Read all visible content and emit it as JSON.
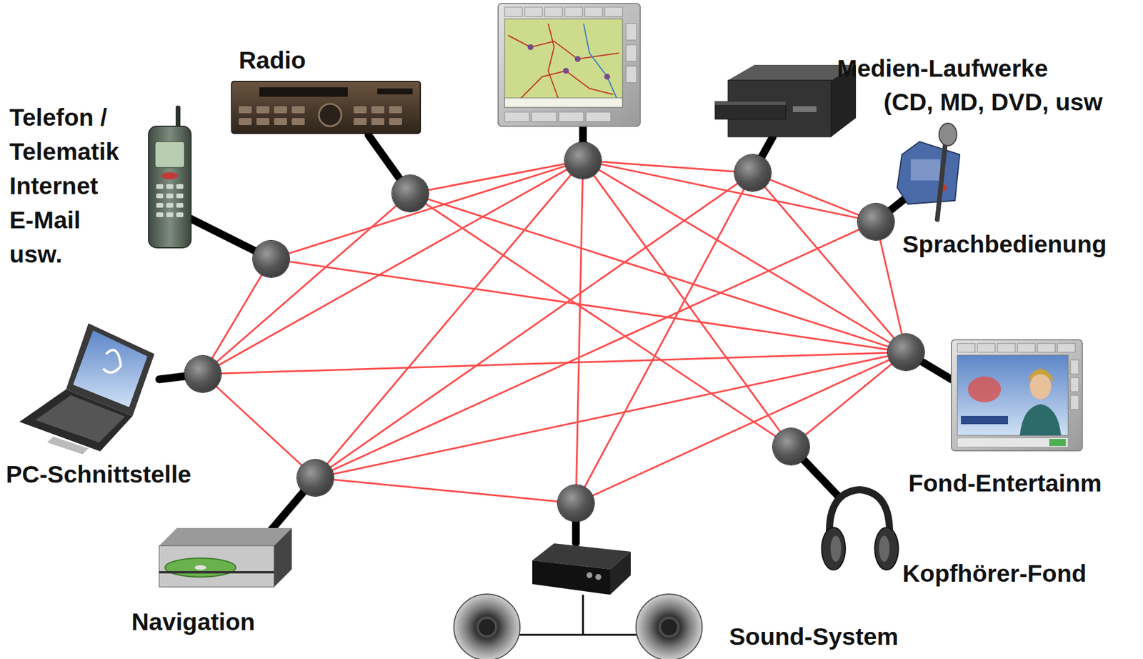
{
  "diagram": {
    "nodes": [
      {
        "text": [
          "Radio"
        ]
      },
      {
        "text": []
      },
      {
        "text": [
          "Medien-Laufwerke",
          "(CD, MD, DVD, usw"
        ]
      },
      {
        "text": [
          "Telefon / Telematik Internet E-Mail usw."
        ]
      },
      {
        "text": [
          "Sprachbedienung"
        ]
      },
      {
        "text": [
          "PC-Schnittstelle"
        ]
      },
      {
        "text": [
          "Fond-Entertainm"
        ]
      },
      {
        "text": [
          "Navigation"
        ]
      },
      {
        "text": [
          "Sound-System"
        ]
      },
      {
        "text": [
          "Kopfhörer-Fond"
        ]
      }
    ],
    "edges": [
      {
        "from": 1,
        "to": 0,
        "arrow": "none"
      },
      {
        "from": 1,
        "to": 2,
        "arrow": "none"
      },
      {
        "from": 1,
        "to": 3,
        "arrow": "none"
      },
      {
        "from": 1,
        "to": 4,
        "arrow": "none"
      },
      {
        "from": 1,
        "to": 5,
        "arrow": "none"
      },
      {
        "from": 1,
        "to": 6,
        "arrow": "none"
      },
      {
        "from": 1,
        "to": 7,
        "arrow": "none"
      },
      {
        "from": 1,
        "to": 8,
        "arrow": "none"
      },
      {
        "from": 1,
        "to": 9,
        "arrow": "none"
      },
      {
        "from": 0,
        "to": 5,
        "arrow": "none"
      },
      {
        "from": 0,
        "to": 6,
        "arrow": "none"
      },
      {
        "from": 0,
        "to": 9,
        "arrow": "none"
      },
      {
        "from": 2,
        "to": 4,
        "arrow": "none"
      },
      {
        "from": 2,
        "to": 6,
        "arrow": "none"
      },
      {
        "from": 2,
        "to": 7,
        "arrow": "none"
      },
      {
        "from": 2,
        "to": 8,
        "arrow": "none"
      },
      {
        "from": 3,
        "to": 5,
        "arrow": "none"
      },
      {
        "from": 3,
        "to": 6,
        "arrow": "none"
      },
      {
        "from": 4,
        "to": 6,
        "arrow": "none"
      },
      {
        "from": 4,
        "to": 7,
        "arrow": "none"
      },
      {
        "from": 5,
        "to": 6,
        "arrow": "none"
      },
      {
        "from": 5,
        "to": 7,
        "arrow": "none"
      },
      {
        "from": 6,
        "to": 7,
        "arrow": "none"
      },
      {
        "from": 6,
        "to": 8,
        "arrow": "none"
      },
      {
        "from": 6,
        "to": 9,
        "arrow": "none"
      },
      {
        "from": 7,
        "to": 8,
        "arrow": "none"
      }
    ]
  }
}
